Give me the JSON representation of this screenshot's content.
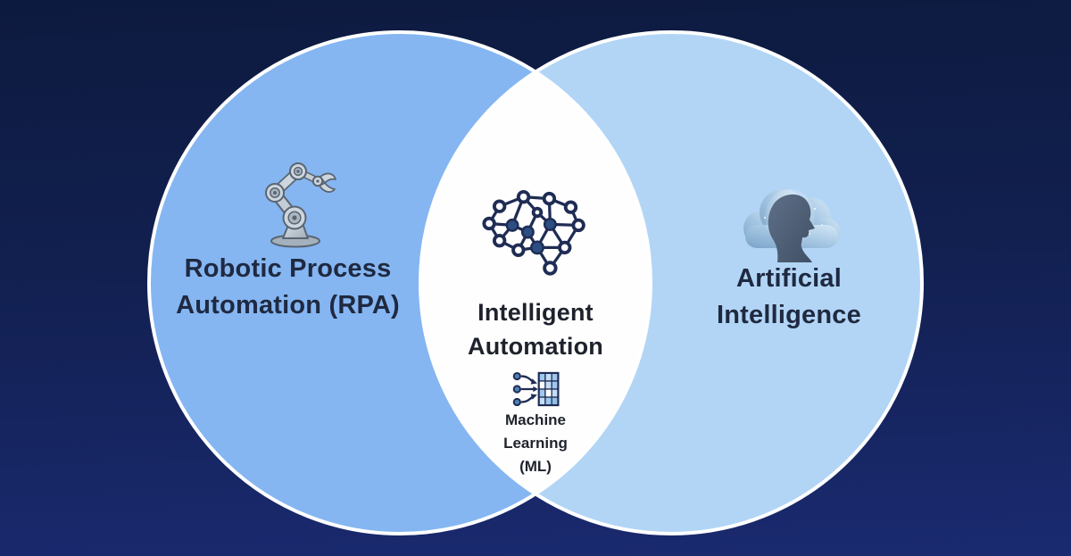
{
  "venn": {
    "left_circle": {
      "label": "Robotic Process Automation (RPA)",
      "fill": "#85b6f2",
      "icon": "robot-arm-icon"
    },
    "right_circle": {
      "label": "Artificial Intelligence",
      "fill": "#b2d5f6",
      "icon": "cloud-head-icon"
    },
    "overlap": {
      "title": "Intelligent Automation",
      "note": "Machine Learning (ML)",
      "fill": "#fefefe",
      "icons": [
        "neural-network-icon",
        "data-grid-icon"
      ]
    },
    "circle_stroke": "#ffffff"
  },
  "colors": {
    "background_top": "#0d1a3f",
    "background_bottom": "#1a2a70",
    "side_label": "#1f2940",
    "center_label": "#1e222c",
    "icon_navy": "#1f2c54",
    "icon_steel_blue": "#2b4f82",
    "grid_cell_blue": "#9ec8ec"
  }
}
